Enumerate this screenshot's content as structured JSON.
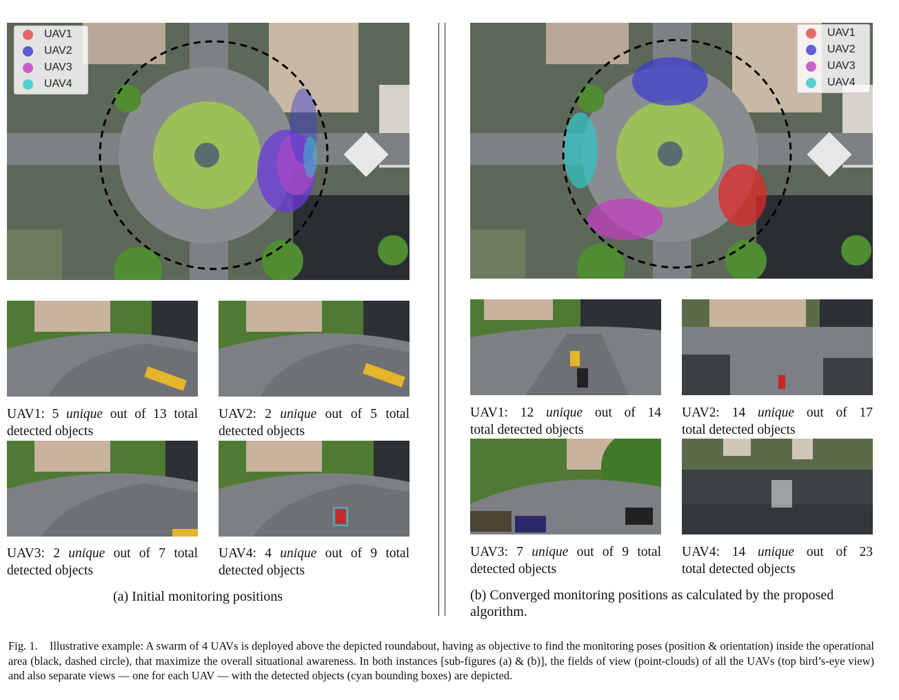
{
  "legend": {
    "items": [
      {
        "label": "UAV1",
        "color": "#e24a4a"
      },
      {
        "label": "UAV2",
        "color": "#3a3ad0"
      },
      {
        "label": "UAV3",
        "color": "#c040c0"
      },
      {
        "label": "UAV4",
        "color": "#30c8c8"
      }
    ]
  },
  "left": {
    "views": [
      {
        "id": "UAV1:",
        "count": "5",
        "word": "unique",
        "rest": "out of 13 total",
        "line2": "detected objects"
      },
      {
        "id": "UAV2:",
        "count": "2",
        "word": "unique",
        "rest": "out of 5 total",
        "line2": "detected objects"
      },
      {
        "id": "UAV3:",
        "count": "2",
        "word": "unique",
        "rest": "out of 7 total",
        "line2": "detected objects"
      },
      {
        "id": "UAV4:",
        "count": "4",
        "word": "unique",
        "rest": "out of 9 total",
        "line2": "detected objects"
      }
    ],
    "subcaption": "(a) Initial monitoring positions"
  },
  "right": {
    "views": [
      {
        "id": "UAV1:",
        "count": "12",
        "word": "unique",
        "rest": "out of 14",
        "line2": "total detected objects"
      },
      {
        "id": "UAV2:",
        "count": "14",
        "word": "unique",
        "rest": "out of 17",
        "line2": "total detected objects"
      },
      {
        "id": "UAV3:",
        "count": "7",
        "word": "unique",
        "rest": "out of 9 total",
        "line2": "detected objects"
      },
      {
        "id": "UAV4:",
        "count": "14",
        "word": "unique",
        "rest": "out of 23",
        "line2": "total detected objects"
      }
    ],
    "subcaption_line1": "(b) Converged monitoring positions as calculated by the proposed",
    "subcaption_line2": "algorithm."
  },
  "figure_caption": "Fig. 1.    Illustrative example: A swarm of 4 UAVs is deployed above the depicted roundabout, having as objective to find the monitoring poses (position & orientation) inside the operational area (black, dashed circle), that maximize the overall situational awareness. In both instances [sub-figures (a) & (b)], the fields of view (point-clouds) of all the UAVs (top bird’s-eye view) and also separate views — one for each UAV — with the detected objects (cyan bounding boxes) are depicted."
}
